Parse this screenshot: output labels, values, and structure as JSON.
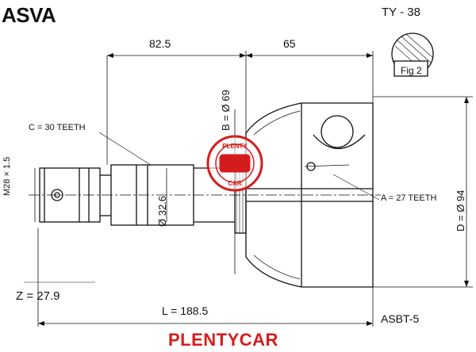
{
  "header": {
    "brand": "ASVA",
    "part_number": "TY - 38"
  },
  "dimensions": {
    "shaft_length": "82.5",
    "housing_length": "65",
    "diameter_b": "B = Ø 69",
    "spline_outer": "C = 30 TEETH",
    "spline_inner": "A = 27 TEETH",
    "thread": "M28 × 1.5",
    "shaft_diameter": "Ø 32.6",
    "diameter_d": "D = Ø 94",
    "abs_z": "Z = 27.9",
    "total_length": "L = 188.5",
    "boot_code": "ASBT-5"
  },
  "figure_label": "Fig 2",
  "watermark": {
    "text": "PLENTYCAR",
    "stamp_top": "PLENTY",
    "stamp_bottom": "CAR",
    "color": "#d51c1c"
  }
}
